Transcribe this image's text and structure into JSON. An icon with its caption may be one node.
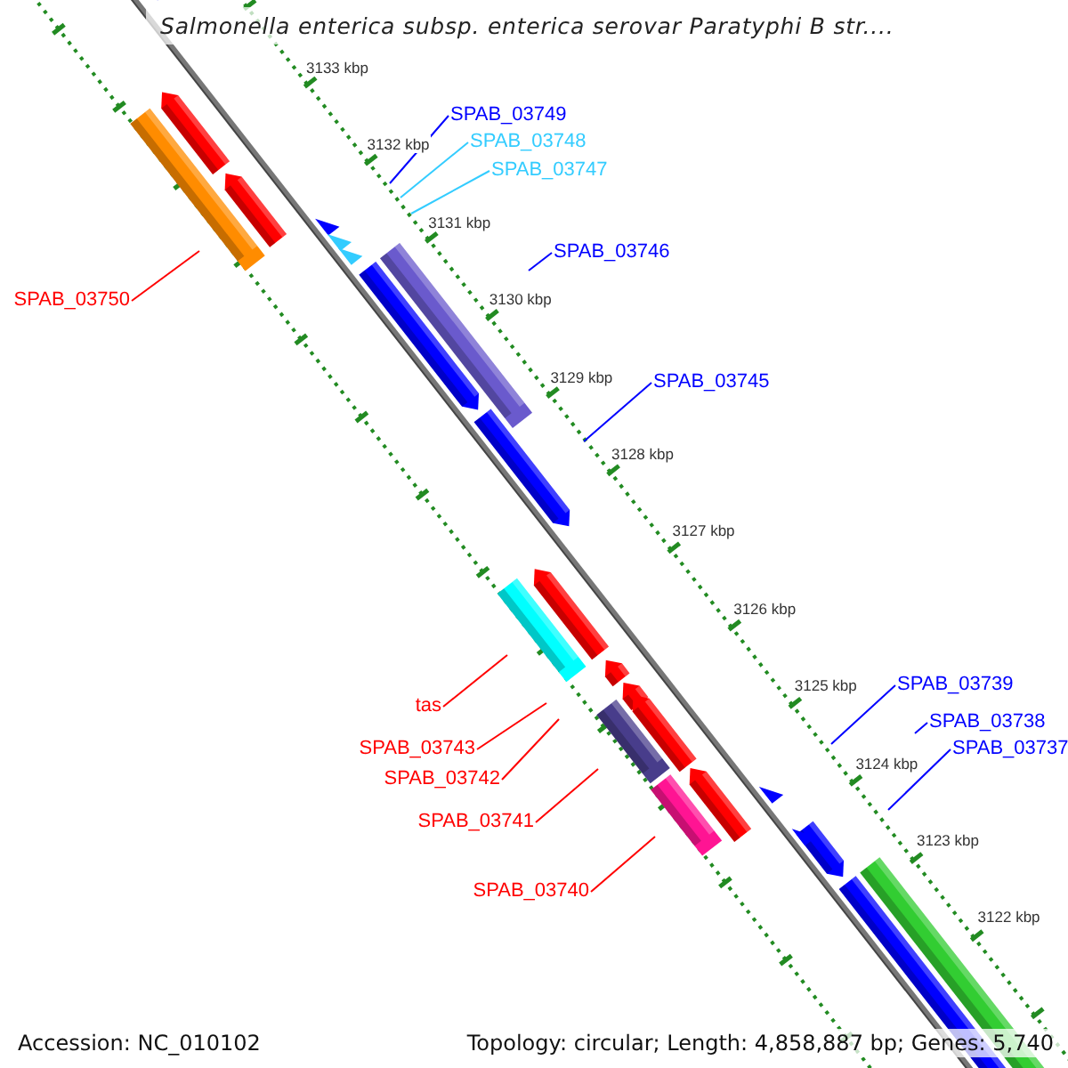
{
  "diagram": {
    "title": "Salmonella enterica subsp. enterica serovar Paratyphi B str....",
    "nodes": [
      {
        "text": [
          "SPAB_03749"
        ]
      },
      {
        "text": [
          "SPAB_03748"
        ]
      },
      {
        "text": [
          "SPAB_03747"
        ]
      },
      {
        "text": [
          "SPAB_03746"
        ]
      },
      {
        "text": [
          "SPAB_03745"
        ]
      },
      {
        "text": [
          "SPAB_03750"
        ]
      },
      {
        "text": [
          "tas"
        ]
      },
      {
        "text": [
          "SPAB_03743"
        ]
      },
      {
        "text": [
          "SPAB_03742"
        ]
      },
      {
        "text": [
          "SPAB_03741"
        ]
      },
      {
        "text": [
          "SPAB_03740"
        ]
      },
      {
        "text": [
          "SPAB_03739"
        ]
      },
      {
        "text": [
          "SPAB_03738"
        ]
      },
      {
        "text": [
          "SPAB_03737"
        ]
      }
    ],
    "edges": [
      {
        "from": 0,
        "to": null,
        "arrow": "none",
        "color": "#0000ff"
      },
      {
        "from": 1,
        "to": null,
        "arrow": "none",
        "color": "#33ccff"
      },
      {
        "from": 2,
        "to": null,
        "arrow": "none",
        "color": "#33ccff"
      },
      {
        "from": 3,
        "to": null,
        "arrow": "none",
        "color": "#0000ff"
      },
      {
        "from": 4,
        "to": null,
        "arrow": "none",
        "color": "#0000ff"
      },
      {
        "from": 5,
        "to": null,
        "arrow": "none",
        "color": "#ff0000"
      },
      {
        "from": 6,
        "to": null,
        "arrow": "none",
        "color": "#ff0000"
      },
      {
        "from": 7,
        "to": null,
        "arrow": "none",
        "color": "#ff0000"
      },
      {
        "from": 8,
        "to": null,
        "arrow": "none",
        "color": "#ff0000"
      },
      {
        "from": 9,
        "to": null,
        "arrow": "none",
        "color": "#ff0000"
      },
      {
        "from": 10,
        "to": null,
        "arrow": "none",
        "color": "#ff0000"
      },
      {
        "from": 11,
        "to": null,
        "arrow": "none",
        "color": "#0000ff"
      },
      {
        "from": 12,
        "to": null,
        "arrow": "none",
        "color": "#0000ff"
      },
      {
        "from": 13,
        "to": null,
        "arrow": "none",
        "color": "#0000ff"
      }
    ],
    "labels": [
      "3133 kbp",
      "3132 kbp",
      "3131 kbp",
      "3130 kbp",
      "3129 kbp",
      "3128 kbp",
      "3127 kbp",
      "3126 kbp",
      "3125 kbp",
      "3124 kbp",
      "3123 kbp",
      "3122 kbp",
      "Accession: NC_010102",
      "Topology: circular; Length: 4,858,887 bp; Genes: 5,740"
    ]
  }
}
